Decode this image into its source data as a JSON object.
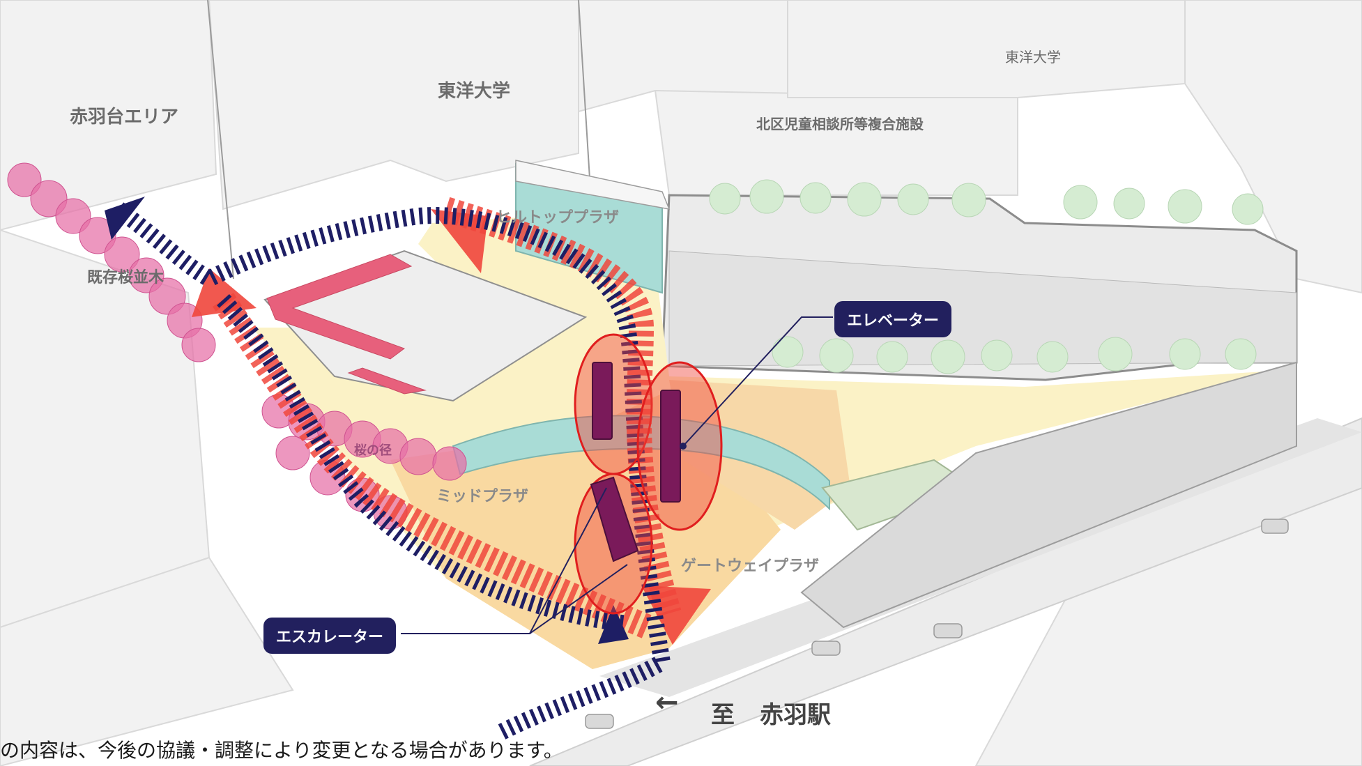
{
  "labels": {
    "toyo_univ_main": "東洋大学",
    "toyo_univ_right": "東洋大学",
    "akabanedai_area": "赤羽台エリア",
    "kita_facility": "北区児童相談所等複合施設",
    "sakura_namiki": "既存桜並木",
    "hilltop_plaza": "ヒルトッププラザ",
    "mid_plaza": "ミッドプラザ",
    "gateway_plaza": "ゲートウェイプラザ",
    "path_label": "桜の径"
  },
  "callouts": {
    "elevator": "エレベーター",
    "escalator": "エスカレーター"
  },
  "station": {
    "arrow_glyph": "←",
    "to": "至",
    "name": "赤羽駅"
  },
  "footnote": "の内容は、今後の協議・調整により変更となる場合があります。",
  "colors": {
    "route_red": "#f0463c",
    "route_navy": "#1e1e64",
    "callout_bg": "#22205e",
    "sakura": "#e66fa6",
    "plaza_yellow": "#fbf2c6",
    "plaza_orange": "#f9d9a1",
    "teal_band": "#a9dcd6",
    "pink_roof": "#e7607c"
  }
}
